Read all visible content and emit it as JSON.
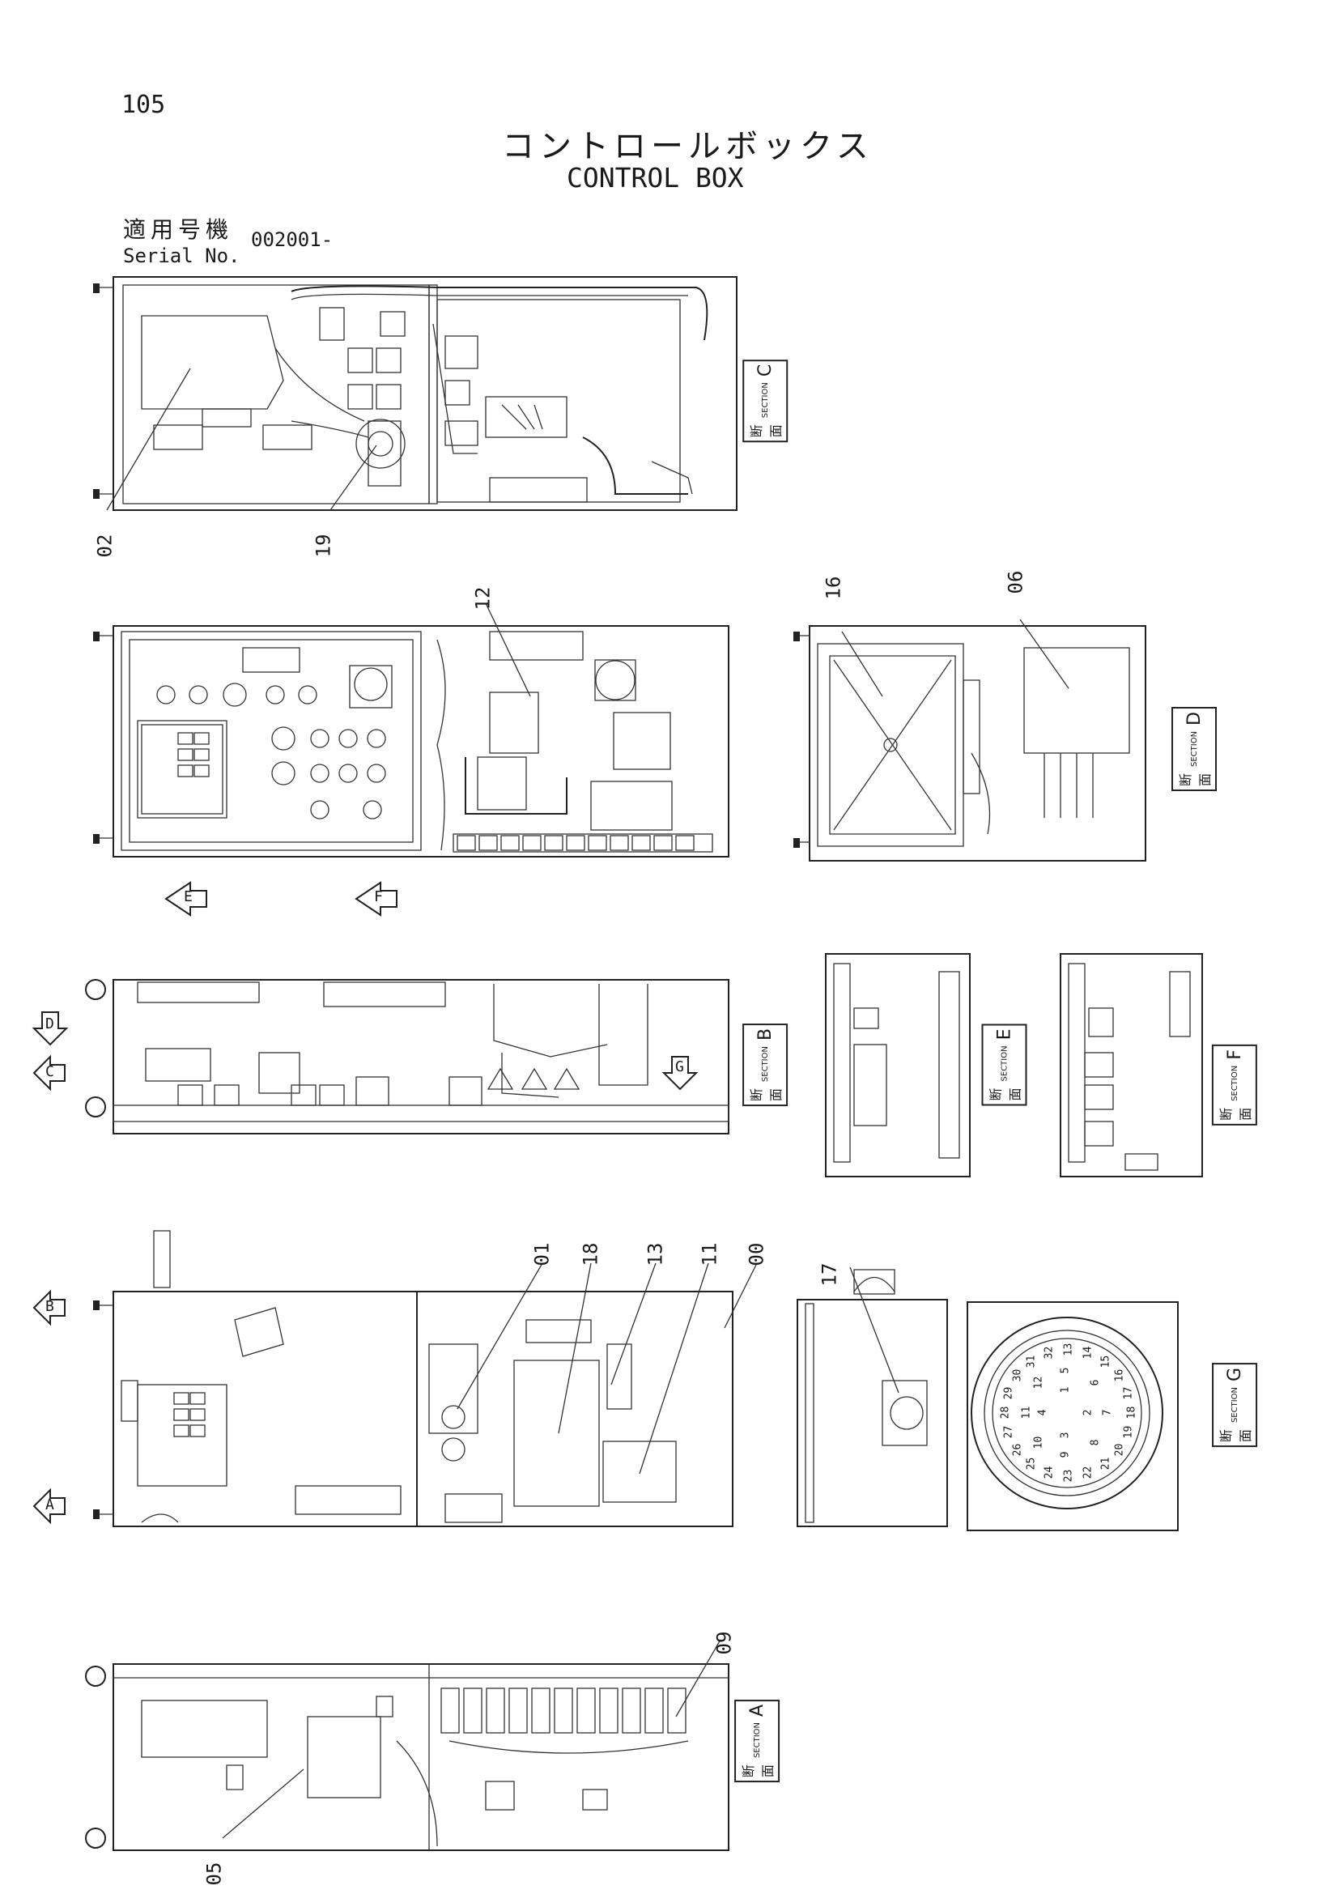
{
  "header": {
    "page_number": "105",
    "title_jp": "コントロールボックス",
    "title_en": "CONTROL BOX",
    "serial_label_jp": "適用号機",
    "serial_label_en": "Serial No.",
    "serial_value": "002001-"
  },
  "part_labels": [
    "02",
    "19",
    "12",
    "16",
    "06",
    "01",
    "18",
    "13",
    "11",
    "00",
    "17",
    "09",
    "05"
  ],
  "section_labels": {
    "jp": "断面",
    "en": "SECTION",
    "letters": [
      "C",
      "D",
      "B",
      "E",
      "F",
      "G",
      "A"
    ]
  },
  "view_arrows": [
    "E",
    "F",
    "C",
    "D",
    "G",
    "B",
    "A"
  ],
  "connector_pins": [
    "1",
    "2",
    "3",
    "4",
    "5",
    "6",
    "7",
    "8",
    "9",
    "10",
    "11",
    "12",
    "13",
    "14",
    "15",
    "16",
    "17",
    "18",
    "19",
    "20",
    "21",
    "22",
    "23",
    "24",
    "25",
    "26",
    "27",
    "28",
    "29",
    "30",
    "31",
    "32"
  ]
}
